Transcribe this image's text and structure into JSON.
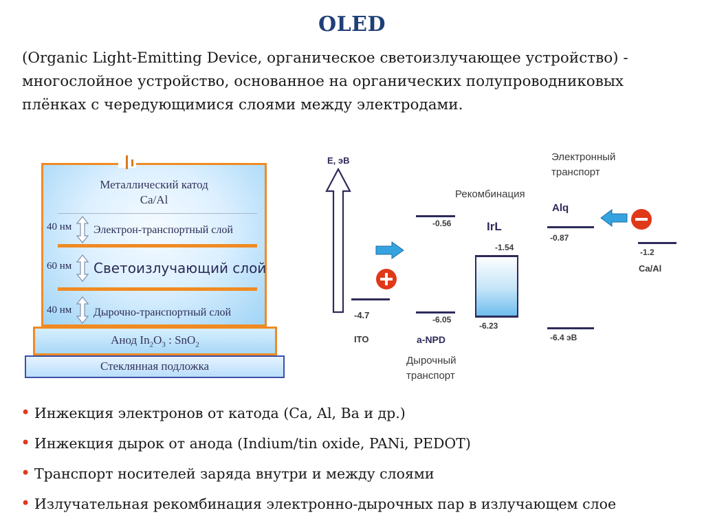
{
  "title": "OLED",
  "intro": "(Organic Light-Emitting Device, органическое светоизлучающее устройство) - многослойное устройство, основанное на органических полупроводниковых плёнках с чередующимися слоями между электродами.",
  "stack": {
    "cathode_line1": "Металлический катод",
    "cathode_line2": "Ca/Al",
    "etl_thickness": "40 нм",
    "etl_label": "Электрон-транспортный слой",
    "eml_thickness": "60 нм",
    "eml_label": "Светоизлучающий слой",
    "htl_thickness": "40 нм",
    "htl_label": "Дырочно-транспортный слой",
    "anode_prefix": "Анод In",
    "anode_sub1": "2",
    "anode_mid": "O",
    "anode_sub2": "3",
    "anode_sep": " : SnO",
    "anode_sub3": "2",
    "substrate_label": "Стеклянная подложка"
  },
  "energy": {
    "axis_label": "E, эВ",
    "recombination_label": "Рекомбинация",
    "electron_transport_line1": "Электронный",
    "electron_transport_line2": "транспорт",
    "hole_transport_line1": "Дырочный",
    "hole_transport_line2": "транспорт",
    "ito_value": "-4.7",
    "ito_label": "ITO",
    "npd_top": "-0.56",
    "npd_bottom": "-6.05",
    "npd_label": "a-NPD",
    "irl_label": "IrL",
    "irl_top": "-1.54",
    "irl_bottom": "-6.23",
    "alq_label": "Alq",
    "alq_top": "-0.87",
    "alq_bottom": "-6.4 эВ",
    "caal_value": "-1.2",
    "caal_label": "Ca/Al",
    "plus_sign": "+",
    "minus_sign": "−",
    "colors": {
      "level": "#2d2a5a",
      "plus": "#e0391a",
      "minus": "#e0391a",
      "arrow": "#35a3e0"
    }
  },
  "bullets": [
    "Инжекция электронов от катода (Ca, Al, Ba и др.)",
    "Инжекция дырок от анода (Indium/tin oxide, PANi, PEDOT)",
    "Транспорт носителей заряда внутри и между слоями",
    "Излучательная рекомбинация электронно-дырочных пар в излучающем слое"
  ],
  "bullet_icon": "•"
}
